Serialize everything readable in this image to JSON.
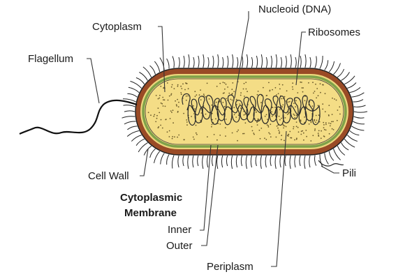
{
  "diagram": {
    "subject": "bacterial cell (prokaryote) structure",
    "labels": {
      "nucleoid": "Nucleoid (DNA)",
      "cytoplasm": "Cytoplasm",
      "ribosomes": "Ribosomes",
      "flagellum": "Flagellum",
      "cell_wall": "Cell Wall",
      "pili": "Pili",
      "cytoplasmic_membrane_line1": "Cytoplasmic",
      "cytoplasmic_membrane_line2": "Membrane",
      "inner": "Inner",
      "outer": "Outer",
      "periplasm": "Periplasm"
    },
    "colors": {
      "cell_wall": "#9a4b26",
      "periplasm": "#ecd77d",
      "membrane": "#7fa24a",
      "cytoplasm": "#f4dd86",
      "ribosome_dots": "#6b5a2a",
      "dna": "#2a2a2a",
      "outline": "#222222",
      "text": "#1a1a1a"
    }
  }
}
